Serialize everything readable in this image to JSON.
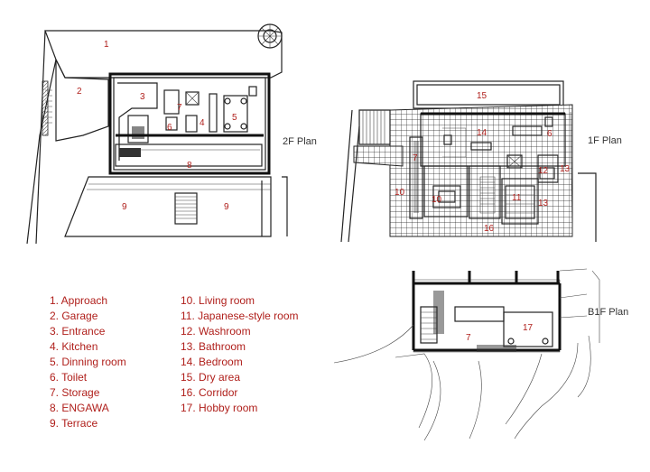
{
  "plan_titles": {
    "f2": "2F Plan",
    "f1": "1F Plan",
    "b1": "B1F Plan"
  },
  "legend_left": [
    "1. Approach",
    "2. Garage",
    "3. Entrance",
    "4. Kitchen",
    "5. Dinning room",
    "6. Toilet",
    "7. Storage",
    "8. ENGAWA",
    "9. Terrace"
  ],
  "legend_right": [
    "10. Living room",
    "11. Japanese-style room",
    "12. Washroom",
    "13. Bathroom",
    "14. Bedroom",
    "15. Dry area",
    "16. Corridor",
    "17. Hobby room"
  ],
  "room_numbers_2f": [
    "1",
    "2",
    "3",
    "7",
    "4",
    "5",
    "6",
    "8",
    "9",
    "9"
  ],
  "room_numbers_1f": [
    "15",
    "14",
    "6",
    "7",
    "12",
    "13",
    "10",
    "10",
    "11",
    "13",
    "16"
  ],
  "room_numbers_b1": [
    "17",
    "7"
  ],
  "colors": {
    "label_red": "#b0201c",
    "line": "#222222"
  }
}
